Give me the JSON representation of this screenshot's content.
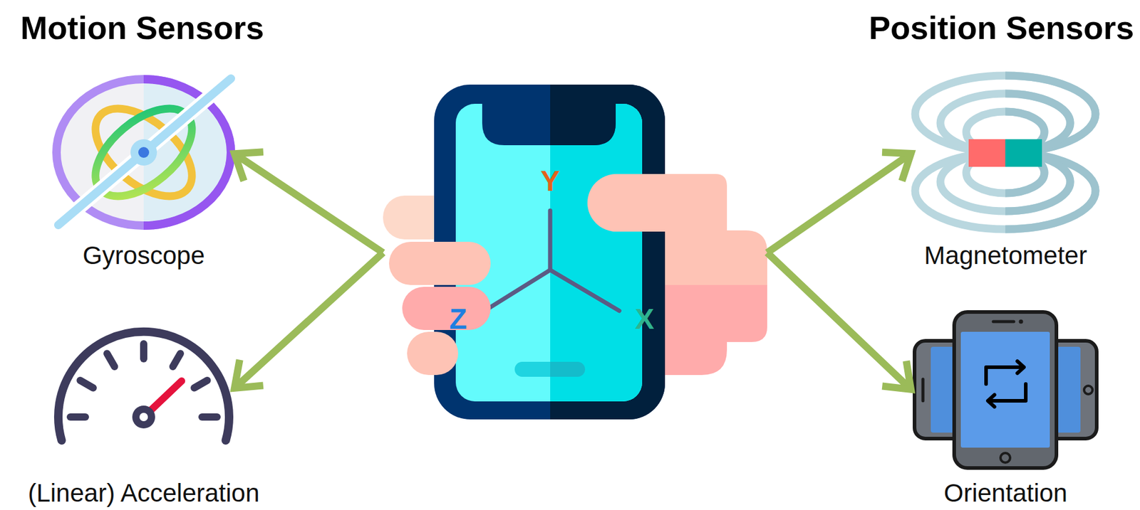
{
  "diagram": {
    "nodes": [
      {
        "text": [
          "Gyroscope"
        ]
      },
      {
        "text": [
          "Y",
          "Z",
          "X"
        ]
      },
      {
        "text": [
          "Magnetometer"
        ]
      },
      {
        "text": [
          "(Linear) Acceleration"
        ]
      },
      {
        "text": [
          "Orientation"
        ]
      }
    ],
    "edges": [
      {
        "from": 1,
        "to": 0,
        "arrow": "to"
      },
      {
        "from": 1,
        "to": 3,
        "arrow": "to"
      },
      {
        "from": 1,
        "to": 2,
        "arrow": "to"
      },
      {
        "from": 1,
        "to": 4,
        "arrow": "to"
      }
    ],
    "labels": [
      "Motion Sensors",
      "Position Sensors"
    ]
  }
}
